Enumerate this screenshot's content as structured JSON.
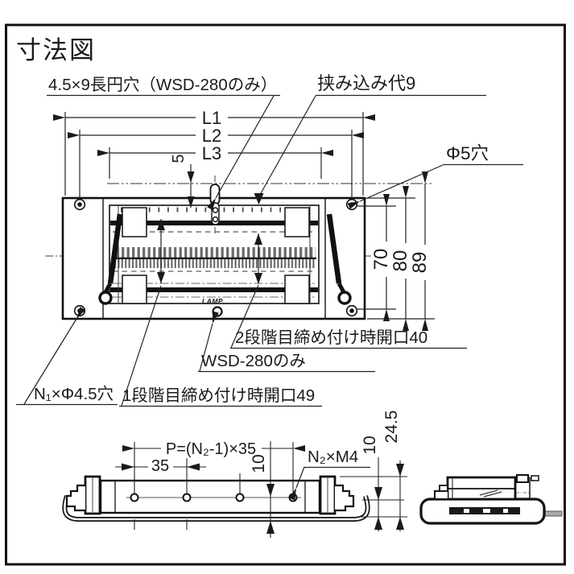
{
  "colors": {
    "ink": "#1a1a1a",
    "dim": "#222222",
    "gray": "#8f8f8f",
    "bg": "#ffffff"
  },
  "title": "寸法図",
  "main_view": {
    "callouts": {
      "oblong_hole": "4.5×9長円穴（WSD-280のみ）",
      "clamp_allowance": "挟み込み代9",
      "phi5_hole": "Φ5穴",
      "stage2_opening": "2段階目締め付け時開口40",
      "wsd280_only": "WSD-280のみ",
      "stage1_opening": "1段階目締め付け時開口49",
      "n1_holes": "N₁×Φ4.5穴"
    },
    "dimensions": {
      "L1": "L1",
      "L2": "L2",
      "L3": "L3",
      "offset5": "5",
      "h70": "70",
      "h80": "80",
      "h89": "89"
    },
    "logo": "LAMP"
  },
  "front_view": {
    "dimensions": {
      "pitch": "P=(N₂-1)×35",
      "d35": "35",
      "d10_mid": "10",
      "d10_right": "10",
      "d24_5": "24.5"
    },
    "callouts": {
      "n2_m4": "N₂×M4"
    }
  }
}
